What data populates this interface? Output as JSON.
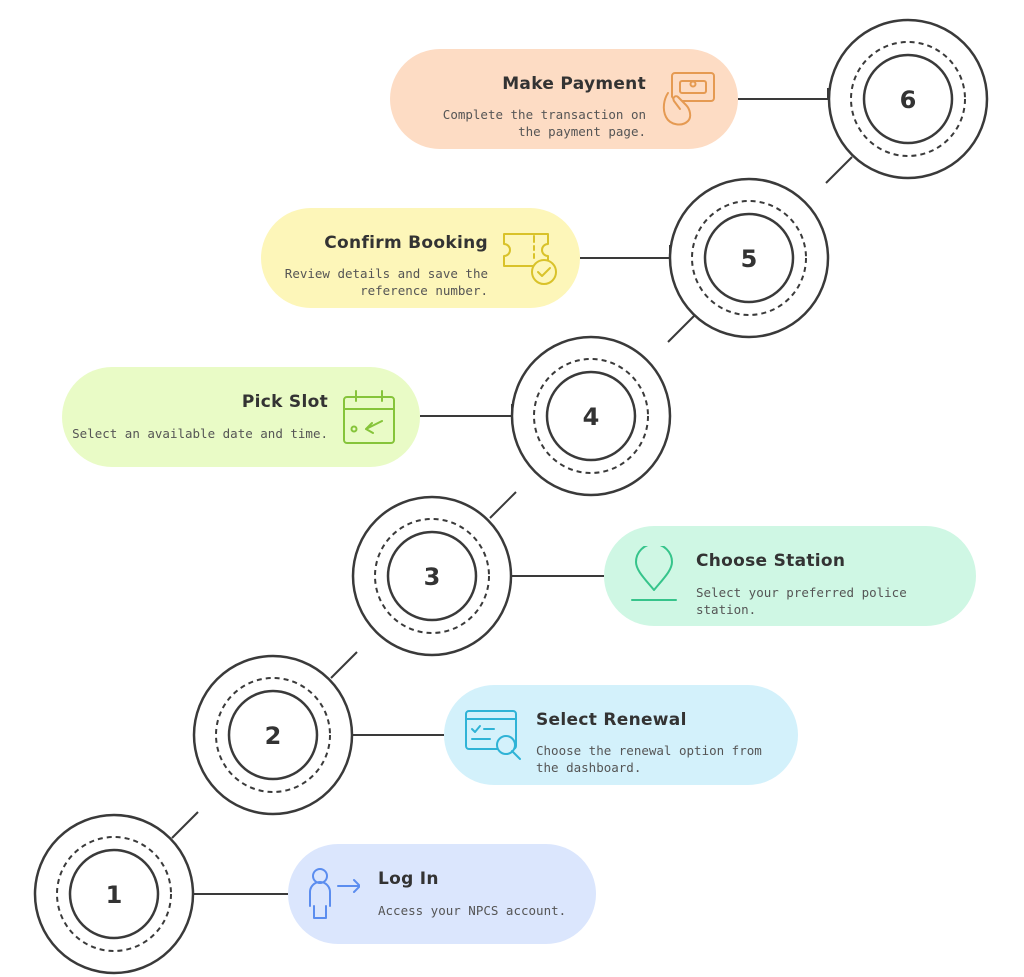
{
  "steps": [
    {
      "number": "1",
      "title": "Log In",
      "description": "Access your NPCS account.",
      "icon": "user-arrow-icon",
      "color": "#dbe6fd",
      "accent": "#5b8def"
    },
    {
      "number": "2",
      "title": "Select Renewal",
      "description": "Choose the renewal option from the dashboard.",
      "icon": "browser-search-icon",
      "color": "#d3f1fb",
      "accent": "#2fb3d6"
    },
    {
      "number": "3",
      "title": "Choose Station",
      "description": "Select your preferred police station.",
      "icon": "location-pin-icon",
      "color": "#cff7e4",
      "accent": "#36c48b"
    },
    {
      "number": "4",
      "title": "Pick Slot",
      "description": "Select an available date and time.",
      "icon": "calendar-icon",
      "color": "#e9fbc6",
      "accent": "#86c43a"
    },
    {
      "number": "5",
      "title": "Confirm Booking",
      "description": "Review details and save the reference number.",
      "icon": "ticket-check-icon",
      "color": "#fdf6b9",
      "accent": "#d9c22a"
    },
    {
      "number": "6",
      "title": "Make Payment",
      "description": "Complete the transaction on the payment page.",
      "icon": "hand-card-icon",
      "color": "#fddcc4",
      "accent": "#e59a52"
    }
  ]
}
